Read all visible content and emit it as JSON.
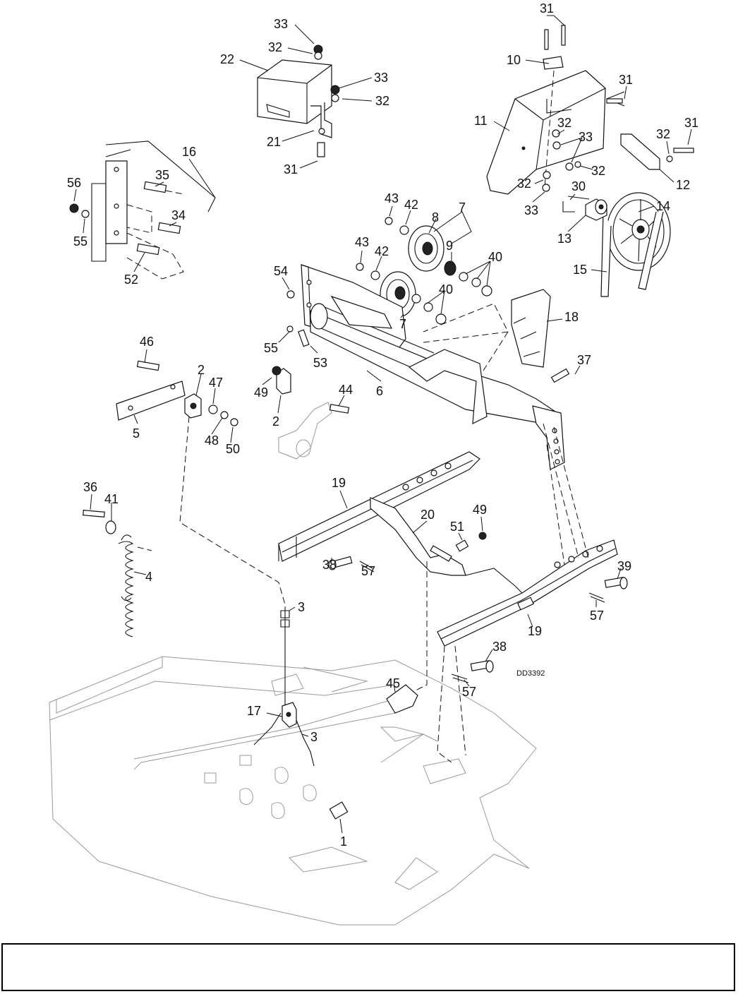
{
  "drawing_code": "DD3392",
  "callouts": [
    {
      "id": "c-33a",
      "text": "33"
    },
    {
      "id": "c-32a",
      "text": "32"
    },
    {
      "id": "c-22",
      "text": "22"
    },
    {
      "id": "c-33b",
      "text": "33"
    },
    {
      "id": "c-32b",
      "text": "32"
    },
    {
      "id": "c-21",
      "text": "21"
    },
    {
      "id": "c-31a",
      "text": "31"
    },
    {
      "id": "c-31b",
      "text": "31"
    },
    {
      "id": "c-10",
      "text": "10"
    },
    {
      "id": "c-31c",
      "text": "31"
    },
    {
      "id": "c-11",
      "text": "11"
    },
    {
      "id": "c-32c",
      "text": "32"
    },
    {
      "id": "c-33c",
      "text": "33"
    },
    {
      "id": "c-32d",
      "text": "32"
    },
    {
      "id": "c-31d",
      "text": "31"
    },
    {
      "id": "c-32e",
      "text": "32"
    },
    {
      "id": "c-12",
      "text": "12"
    },
    {
      "id": "c-32f",
      "text": "32"
    },
    {
      "id": "c-33d",
      "text": "33"
    },
    {
      "id": "c-30",
      "text": "30"
    },
    {
      "id": "c-14",
      "text": "14"
    },
    {
      "id": "c-13",
      "text": "13"
    },
    {
      "id": "c-15",
      "text": "15"
    },
    {
      "id": "c-16",
      "text": "16"
    },
    {
      "id": "c-56",
      "text": "56"
    },
    {
      "id": "c-35",
      "text": "35"
    },
    {
      "id": "c-34",
      "text": "34"
    },
    {
      "id": "c-55a",
      "text": "55"
    },
    {
      "id": "c-52",
      "text": "52"
    },
    {
      "id": "c-43a",
      "text": "43"
    },
    {
      "id": "c-42a",
      "text": "42"
    },
    {
      "id": "c-7a",
      "text": "7"
    },
    {
      "id": "c-8",
      "text": "8"
    },
    {
      "id": "c-43b",
      "text": "43"
    },
    {
      "id": "c-42b",
      "text": "42"
    },
    {
      "id": "c-9",
      "text": "9"
    },
    {
      "id": "c-40a",
      "text": "40"
    },
    {
      "id": "c-40b",
      "text": "40"
    },
    {
      "id": "c-7b",
      "text": "7"
    },
    {
      "id": "c-54",
      "text": "54"
    },
    {
      "id": "c-55b",
      "text": "55"
    },
    {
      "id": "c-53",
      "text": "53"
    },
    {
      "id": "c-18",
      "text": "18"
    },
    {
      "id": "c-37",
      "text": "37"
    },
    {
      "id": "c-6",
      "text": "6"
    },
    {
      "id": "c-46",
      "text": "46"
    },
    {
      "id": "c-2a",
      "text": "2"
    },
    {
      "id": "c-47",
      "text": "47"
    },
    {
      "id": "c-5",
      "text": "5"
    },
    {
      "id": "c-48",
      "text": "48"
    },
    {
      "id": "c-50",
      "text": "50"
    },
    {
      "id": "c-49a",
      "text": "49"
    },
    {
      "id": "c-44",
      "text": "44"
    },
    {
      "id": "c-2b",
      "text": "2"
    },
    {
      "id": "c-36",
      "text": "36"
    },
    {
      "id": "c-41",
      "text": "41"
    },
    {
      "id": "c-4",
      "text": "4"
    },
    {
      "id": "c-19a",
      "text": "19"
    },
    {
      "id": "c-20",
      "text": "20"
    },
    {
      "id": "c-49b",
      "text": "49"
    },
    {
      "id": "c-51",
      "text": "51"
    },
    {
      "id": "c-38a",
      "text": "38"
    },
    {
      "id": "c-57a",
      "text": "57"
    },
    {
      "id": "c-39",
      "text": "39"
    },
    {
      "id": "c-57b",
      "text": "57"
    },
    {
      "id": "c-19b",
      "text": "19"
    },
    {
      "id": "c-3a",
      "text": "3"
    },
    {
      "id": "c-38b",
      "text": "38"
    },
    {
      "id": "c-57c",
      "text": "57"
    },
    {
      "id": "c-45",
      "text": "45"
    },
    {
      "id": "c-17",
      "text": "17"
    },
    {
      "id": "c-3b",
      "text": "3"
    },
    {
      "id": "c-1",
      "text": "1"
    }
  ],
  "caption": ""
}
